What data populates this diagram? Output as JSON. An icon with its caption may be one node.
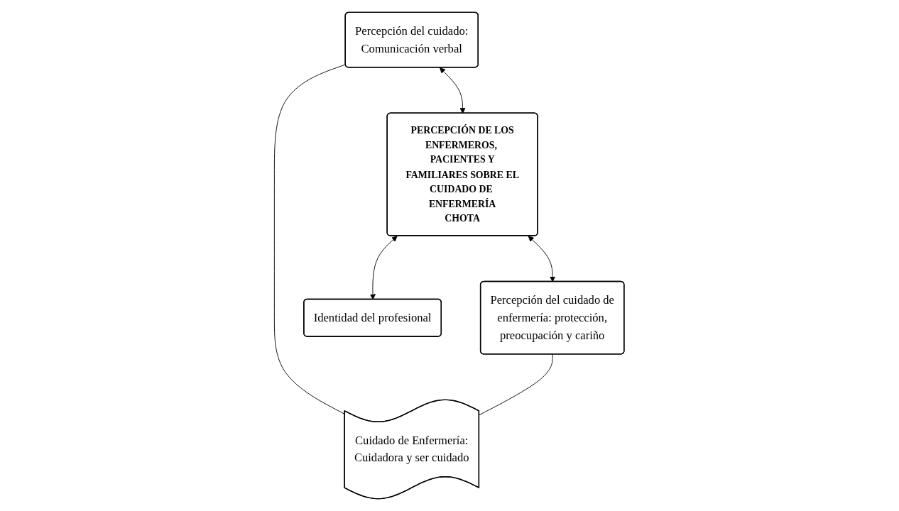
{
  "diagram": {
    "nodes": [
      {
        "text": [
          "Percepción del cuidado: Comunicación verbal"
        ]
      },
      {
        "text": [
          "PERCEPCIÓN DE LOS ENFERMEROS, PACIENTES Y FAMILIARES SOBRE EL CUIDADO DE ENFERMERÍA CHOTA"
        ]
      },
      {
        "text": [
          "Percepción del cuidado de enfermería: protección, preocupación y cariño"
        ]
      },
      {
        "text": [
          "Identidad del profesional"
        ]
      },
      {
        "text": [
          "Cuidado de Enfermería: Cuidadora y ser cuidado"
        ]
      }
    ],
    "edges": [
      {
        "from": 0,
        "to": 1,
        "arrow": "both"
      },
      {
        "from": 1,
        "to": 2,
        "arrow": "both"
      },
      {
        "from": 1,
        "to": 3,
        "arrow": "both"
      },
      {
        "from": 0,
        "to": 4,
        "arrow": "none"
      },
      {
        "from": 2,
        "to": 4,
        "arrow": "none"
      }
    ]
  }
}
